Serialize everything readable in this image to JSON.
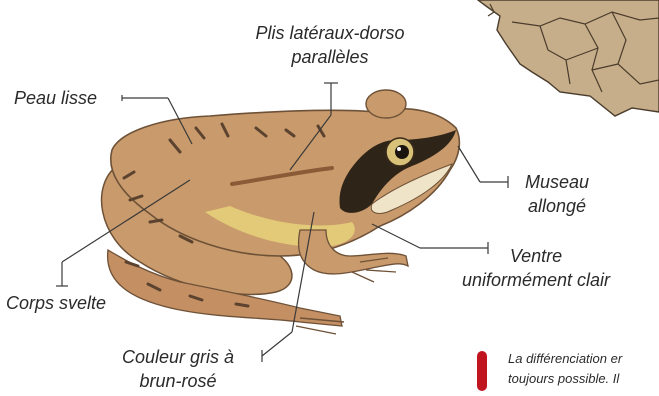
{
  "labels": {
    "plis": "Plis latéraux-dorso\nparallèles",
    "peau": "Peau lisse",
    "museau": "Museau\nallongé",
    "ventre": "Ventre\nuniformément clair",
    "corps": "Corps svelte",
    "couleur": "Couleur gris à\nbrun-rosé"
  },
  "note": {
    "line1": "La différenciation er",
    "line2": "toujours possible. Il"
  },
  "colors": {
    "map_fill": "#c7ae8a",
    "map_stroke": "#4a3c2c",
    "frog_body": "#c99a6b",
    "frog_dark": "#6e5238",
    "warning": "#c0151e"
  },
  "icons": {
    "warning_mark": "warning-bar-icon"
  }
}
